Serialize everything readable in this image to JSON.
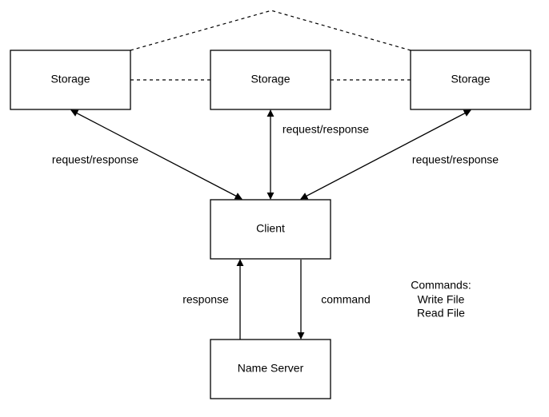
{
  "diagram": {
    "nodes": {
      "storage_left": "Storage",
      "storage_center": "Storage",
      "storage_right": "Storage",
      "client": "Client",
      "name_server": "Name Server"
    },
    "edges": {
      "storage_left_client": "request/response",
      "storage_center_client": "request/response",
      "storage_right_client": "request/response",
      "name_server_to_client": "response",
      "client_to_name_server": "command"
    },
    "note": {
      "title": "Commands:",
      "items": [
        "Write File",
        "Read File"
      ]
    },
    "colors": {
      "stroke": "#000000",
      "fill": "#ffffff",
      "text": "#000000"
    }
  }
}
